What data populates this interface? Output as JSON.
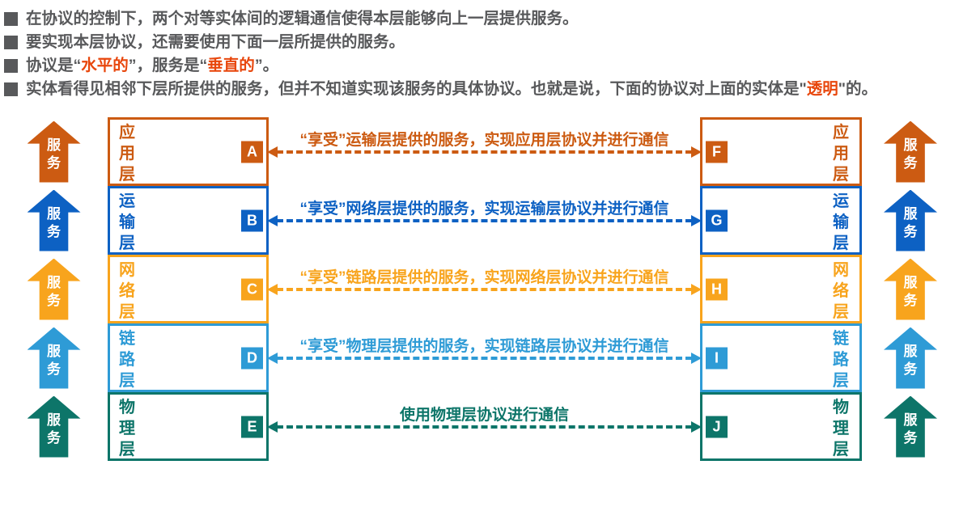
{
  "bullets": {
    "b1": "在协议的控制下，两个对等实体间的逻辑通信使得本层能够向上一层提供服务。",
    "b2": "要实现本层协议，还需要使用下面一层所提供的服务。",
    "b3_pre": "协议是“",
    "b3_hl1": "水平的",
    "b3_mid": "”，服务是“",
    "b3_hl2": "垂直的",
    "b3_post": "”。",
    "b4_pre": "实体看得见相邻下层所提供的服务，但并不知道实现该服务的具体协议。也就是说，下面的协议对上面的实体是\"",
    "b4_hl": "透明",
    "b4_post": "\"的。"
  },
  "service_label": "服务",
  "layers": [
    {
      "name": "应用层",
      "left_label": "A",
      "right_label": "F",
      "color": "#CC5B12",
      "arrow_text": "“享受”运输层提供的服务，实现应用层协议并进行通信"
    },
    {
      "name": "运输层",
      "left_label": "B",
      "right_label": "G",
      "color": "#0D61C3",
      "arrow_text": "“享受”网络层提供的服务，实现运输层协议并进行通信"
    },
    {
      "name": "网络层",
      "left_label": "C",
      "right_label": "H",
      "color": "#F8A41D",
      "arrow_text": "“享受”链路层提供的服务，实现网络层协议并进行通信"
    },
    {
      "name": "链路层",
      "left_label": "D",
      "right_label": "I",
      "color": "#2E9BD6",
      "arrow_text": "“享受”物理层提供的服务，实现链路层协议并进行通信"
    },
    {
      "name": "物理层",
      "left_label": "E",
      "right_label": "J",
      "color": "#0D7569",
      "arrow_text": "使用物理层协议进行通信"
    }
  ],
  "colors": {
    "text": "#58595B",
    "highlight": "#E8470D"
  }
}
